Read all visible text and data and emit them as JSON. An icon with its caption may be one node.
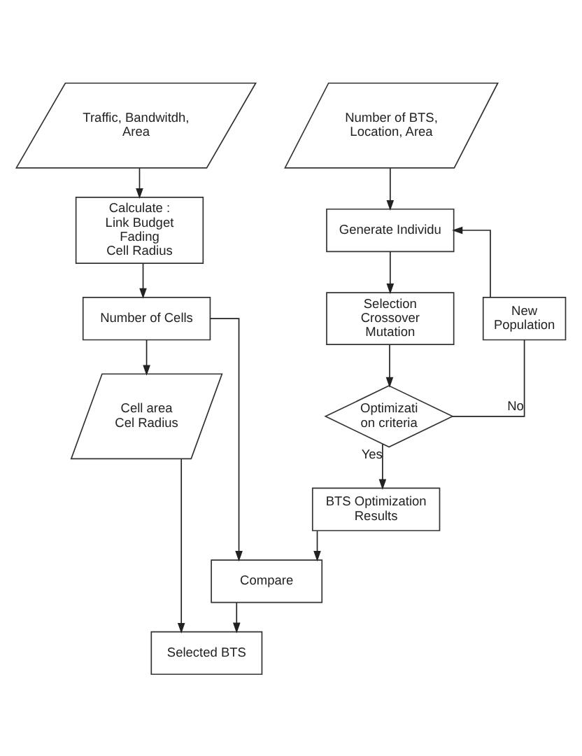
{
  "diagram": {
    "nodes": [
      {
        "text": [
          "Traffic, Bandwitdh, Area"
        ]
      },
      {
        "text": [
          "Calculate :",
          "Link Budget",
          "Fading",
          "Cell Radius"
        ]
      },
      {
        "text": [
          "Number of Cells"
        ]
      },
      {
        "text": [
          "Cell area",
          "Cel Radius"
        ]
      },
      {
        "text": [
          "Number of BTS, Location, Area"
        ]
      },
      {
        "text": [
          "Generate Individu"
        ]
      },
      {
        "text": [
          "Selection",
          "Crossover",
          "Mutation"
        ]
      },
      {
        "text": [
          "Optimizati on criteria"
        ]
      },
      {
        "text": [
          "New Population"
        ]
      },
      {
        "text": [
          "BTS Optimization Results"
        ]
      },
      {
        "text": [
          "Compare"
        ]
      },
      {
        "text": [
          "Selected BTS"
        ]
      }
    ],
    "edges": [
      {
        "from": 0,
        "to": 1,
        "arrow": "to"
      },
      {
        "from": 1,
        "to": 2,
        "arrow": "to"
      },
      {
        "from": 2,
        "to": 3,
        "arrow": "to"
      },
      {
        "from": 2,
        "to": 10,
        "arrow": "to"
      },
      {
        "from": 3,
        "to": 11,
        "arrow": "to"
      },
      {
        "from": 4,
        "to": 5,
        "arrow": "to"
      },
      {
        "from": 5,
        "to": 6,
        "arrow": "to"
      },
      {
        "from": 6,
        "to": 7,
        "arrow": "to"
      },
      {
        "from": 7,
        "to": 8,
        "label": "No",
        "arrow": "none"
      },
      {
        "from": 8,
        "to": 5,
        "arrow": "to"
      },
      {
        "from": 7,
        "to": 9,
        "label": "Yes",
        "arrow": "to"
      },
      {
        "from": 9,
        "to": 10,
        "arrow": "to"
      },
      {
        "from": 10,
        "to": 11,
        "arrow": "to"
      }
    ]
  }
}
